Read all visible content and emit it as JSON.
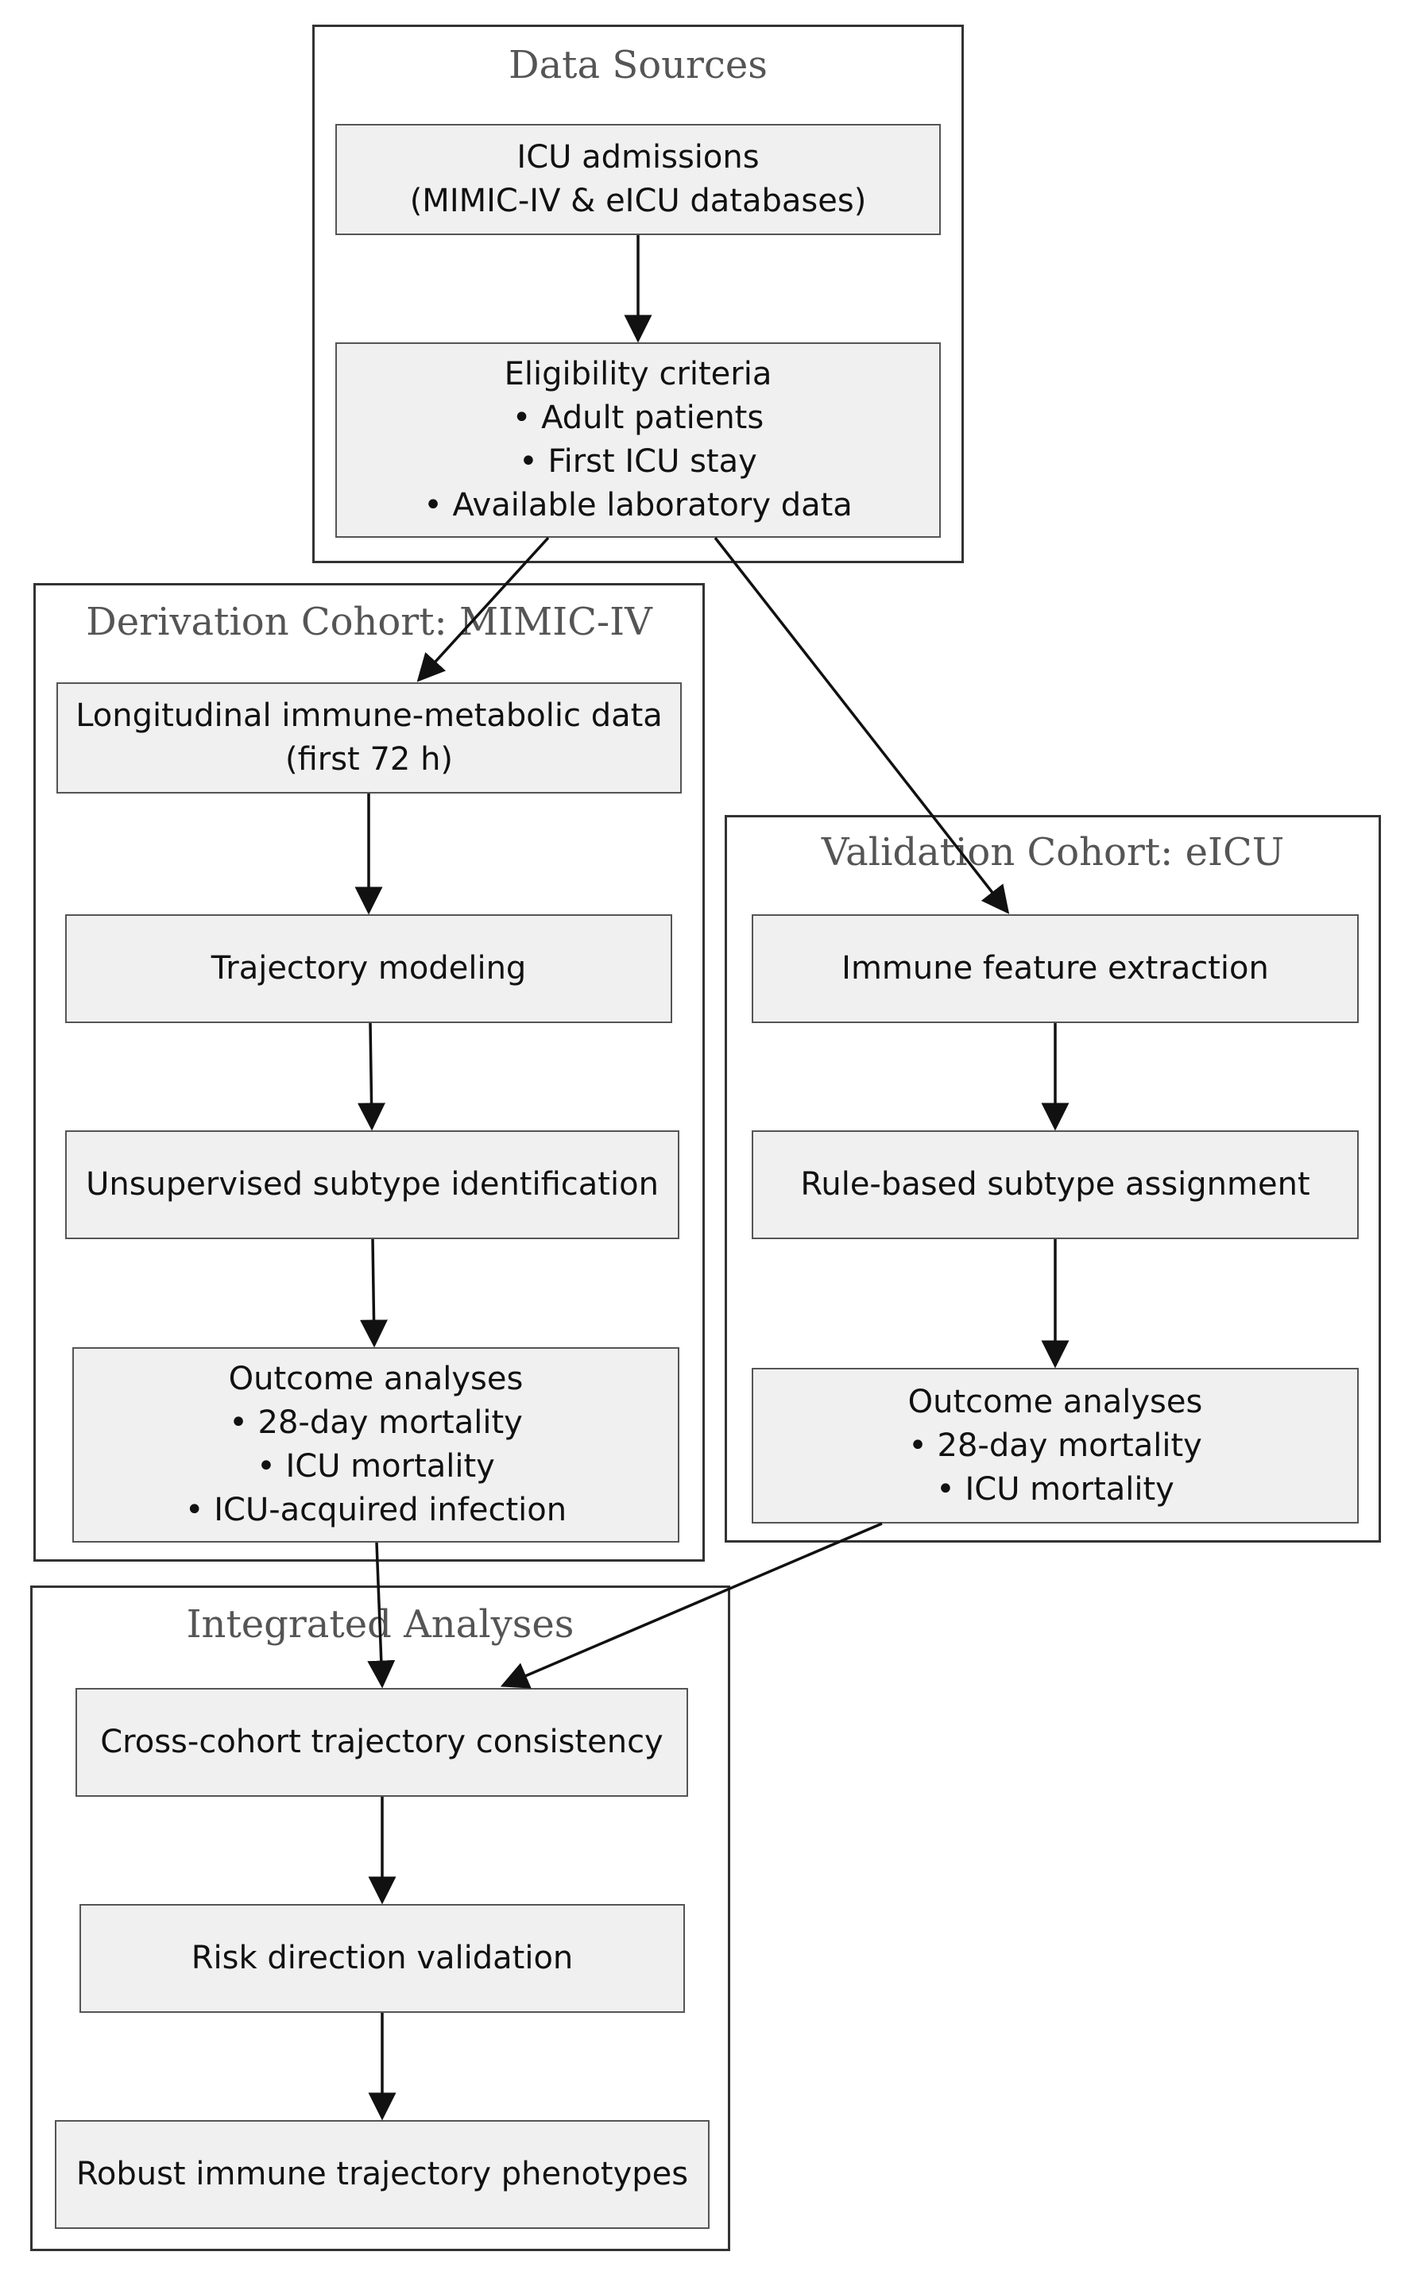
{
  "clusters": {
    "data_sources": {
      "title": "Data Sources"
    },
    "derivation": {
      "title": "Derivation Cohort: MIMIC-IV"
    },
    "validation": {
      "title": "Validation Cohort: eICU"
    },
    "integrated": {
      "title": "Integrated Analyses"
    }
  },
  "nodes": {
    "icu_admissions": {
      "lines": [
        "ICU admissions",
        "(MIMIC-IV & eICU databases)"
      ]
    },
    "eligibility": {
      "lines": [
        "Eligibility criteria",
        "• Adult patients",
        "• First ICU stay",
        "• Available laboratory data"
      ]
    },
    "longitudinal": {
      "lines": [
        "Longitudinal immune-metabolic data",
        "(first 72 h)"
      ]
    },
    "trajectory_modeling": {
      "lines": [
        "Trajectory modeling"
      ]
    },
    "unsupervised_subtype": {
      "lines": [
        "Unsupervised subtype identification"
      ]
    },
    "outcome_derivation": {
      "lines": [
        "Outcome analyses",
        "• 28-day mortality",
        "• ICU mortality",
        "• ICU-acquired infection"
      ]
    },
    "immune_feature": {
      "lines": [
        "Immune feature extraction"
      ]
    },
    "rule_based": {
      "lines": [
        "Rule-based subtype assignment"
      ]
    },
    "outcome_validation": {
      "lines": [
        "Outcome analyses",
        "• 28-day mortality",
        "• ICU mortality"
      ]
    },
    "cross_cohort": {
      "lines": [
        "Cross-cohort trajectory consistency"
      ]
    },
    "risk_direction": {
      "lines": [
        "Risk direction validation"
      ]
    },
    "robust_phenotypes": {
      "lines": [
        "Robust immune trajectory phenotypes"
      ]
    }
  },
  "colors": {
    "node_fill": "#f0f0f0",
    "node_border": "#555555",
    "cluster_border": "#333333",
    "edge": "#111111",
    "title_text": "#555555"
  }
}
